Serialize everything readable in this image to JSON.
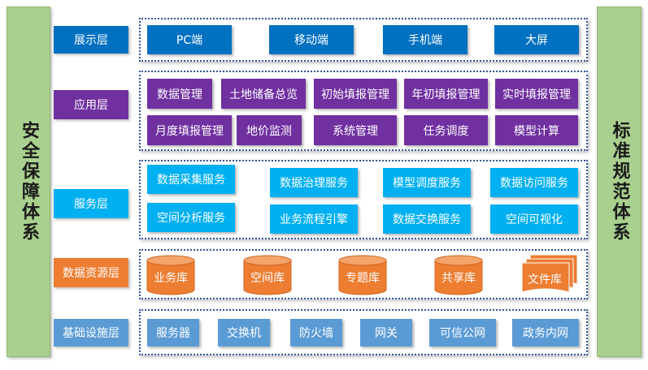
{
  "left_sidebar": {
    "title": "安全保障体系"
  },
  "right_sidebar": {
    "title": "标准规范体系"
  },
  "colors": {
    "sidebar": "#a9d08e",
    "display": "#0070c0",
    "application": "#7030a0",
    "service": "#00b0f0",
    "data": "#ed7d31",
    "infrastructure": "#5b9bd5",
    "panel_border": "#2f5597"
  },
  "layers": {
    "display": {
      "label": "展示层",
      "items": [
        "PC端",
        "移动端",
        "手机端",
        "大屏"
      ]
    },
    "application": {
      "label": "应用层",
      "items": [
        "数据管理",
        "土地储备总览",
        "初始填报管理",
        "年初填报管理",
        "实时填报管理",
        "月度填报管理",
        "地价监测",
        "系统管理",
        "任务调度",
        "模型计算"
      ]
    },
    "service": {
      "label": "服务层",
      "items": [
        "数据采集服务",
        "数据治理服务",
        "模型调度服务",
        "数据访问服务",
        "空间分析服务",
        "业务流程引擎",
        "数据交换服务",
        "空间可视化"
      ]
    },
    "data": {
      "label": "数据资源层",
      "items": [
        "业务库",
        "空间库",
        "专题库",
        "共享库",
        "文件库"
      ]
    },
    "infrastructure": {
      "label": "基础设施层",
      "items": [
        "服务器",
        "交换机",
        "防火墙",
        "网关",
        "可信公网",
        "政务内网"
      ]
    }
  }
}
